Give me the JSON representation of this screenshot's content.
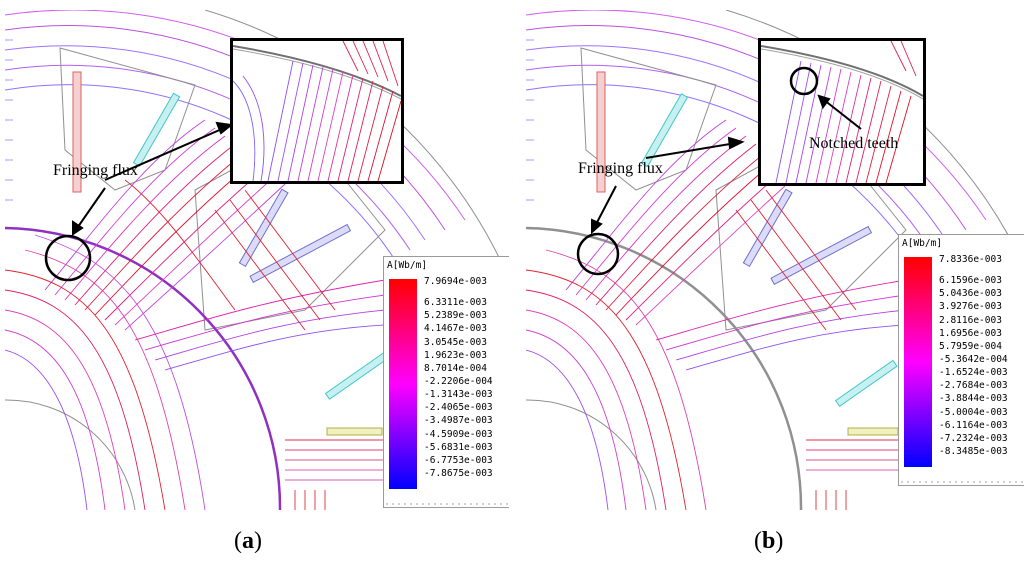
{
  "figures": [
    {
      "caption_open": "(",
      "caption_letter": "a",
      "caption_close": ")",
      "annotations": [
        "Fringing flux"
      ],
      "legend": {
        "title": "A[Wb/m]",
        "values": [
          "7.9694e-003",
          "6.3311e-003",
          "5.2389e-003",
          "4.1467e-003",
          "3.0545e-003",
          "1.9623e-003",
          "8.7014e-004",
          "-2.2206e-004",
          "-1.3143e-003",
          "-2.4065e-003",
          "-3.4987e-003",
          "-4.5909e-003",
          "-5.6831e-003",
          "-6.7753e-003",
          "-7.8675e-003"
        ]
      }
    },
    {
      "caption_open": "(",
      "caption_letter": "b",
      "caption_close": ")",
      "annotations": [
        "Fringing flux",
        "Notched teeth"
      ],
      "legend": {
        "title": "A[Wb/m]",
        "values": [
          "7.8336e-003",
          "6.1596e-003",
          "5.0436e-003",
          "3.9276e-003",
          "2.8116e-003",
          "1.6956e-003",
          "5.7959e-004",
          "-5.3642e-004",
          "-1.6524e-003",
          "-2.7684e-003",
          "-3.8844e-003",
          "-5.0004e-003",
          "-6.1164e-003",
          "-7.2324e-003",
          "-8.3485e-003"
        ]
      }
    }
  ],
  "colors": {
    "scale_top": "#ff0000",
    "scale_mid": "#ff00ff",
    "scale_bottom": "#0000ff",
    "lines_red": "#e0003a",
    "lines_magenta": "#e020e0",
    "lines_violet": "#8040ff",
    "lines_blue": "#4060e0",
    "coil_red": "#e06060",
    "coil_cyan": "#40c8c8",
    "coil_lavender": "#7070d0",
    "coil_olive": "#b0b040",
    "structure_gray": "#909090"
  }
}
